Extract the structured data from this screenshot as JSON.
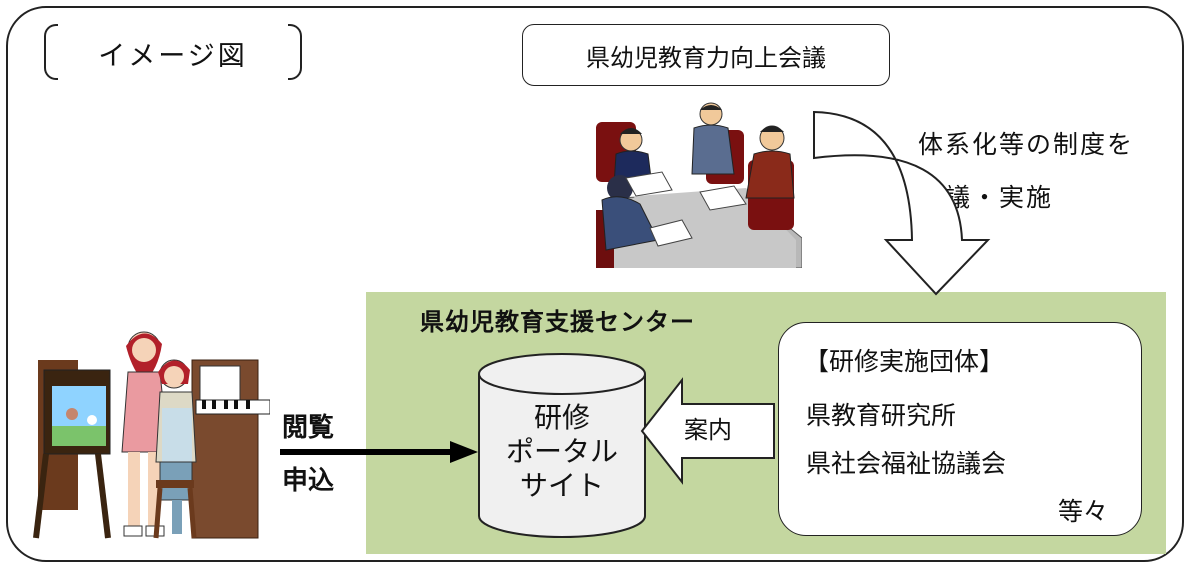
{
  "title": "イメージ図",
  "council": "県幼児教育力向上会議",
  "council_action": [
    "体系化等の制度を",
    "協議・実施"
  ],
  "center": {
    "name": "県幼児教育支援センター",
    "portal_lines": [
      "研修",
      "ポータル",
      "サイト"
    ],
    "guide_label": "案内"
  },
  "organizations": {
    "heading": "【研修実施団体】",
    "items": [
      "県教育研究所",
      "県社会福祉協議会"
    ],
    "etc": "等々"
  },
  "user_action": [
    "閲覧",
    "申込"
  ],
  "colors": {
    "center_background": "#c4d7a0",
    "line": "#222222",
    "cylinder_fill": "#f0f0f0"
  }
}
